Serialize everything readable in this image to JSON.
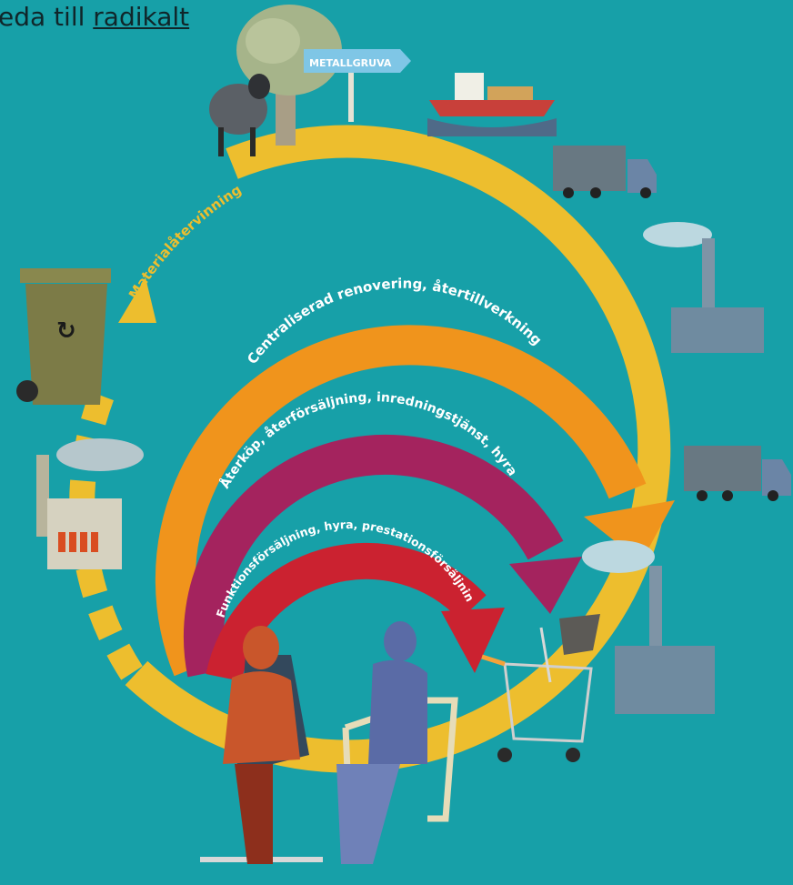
{
  "header": {
    "prefix_text": "eda till ",
    "link_text": "radikalt"
  },
  "signpost": {
    "label": "METALLGRUVA"
  },
  "loops": {
    "outer": "Materialåtervinning",
    "orange": "Centraliserad renovering, återtillverkning",
    "magenta": "Återköp, återförsäljning, inredningstjänst, hyra",
    "red": "Funktionsförsäljning, hyra, prestationsförsäljning, reparation"
  },
  "colors": {
    "background": "#17A0A8",
    "outer_loop": "#EDBE2E",
    "orange_loop": "#F0941C",
    "magenta_loop": "#A4235E",
    "red_loop": "#CB2230",
    "factory": "#6F8BA0",
    "truck": "#687882"
  },
  "icons": [
    "sheep-icon",
    "tree-icon",
    "signpost-icon",
    "ship-icon",
    "truck-icon",
    "factory-icon",
    "recycling-bin-icon",
    "power-plant-icon",
    "shopping-cart-icon",
    "chair-icon",
    "office-chair-icon",
    "person-icon"
  ]
}
